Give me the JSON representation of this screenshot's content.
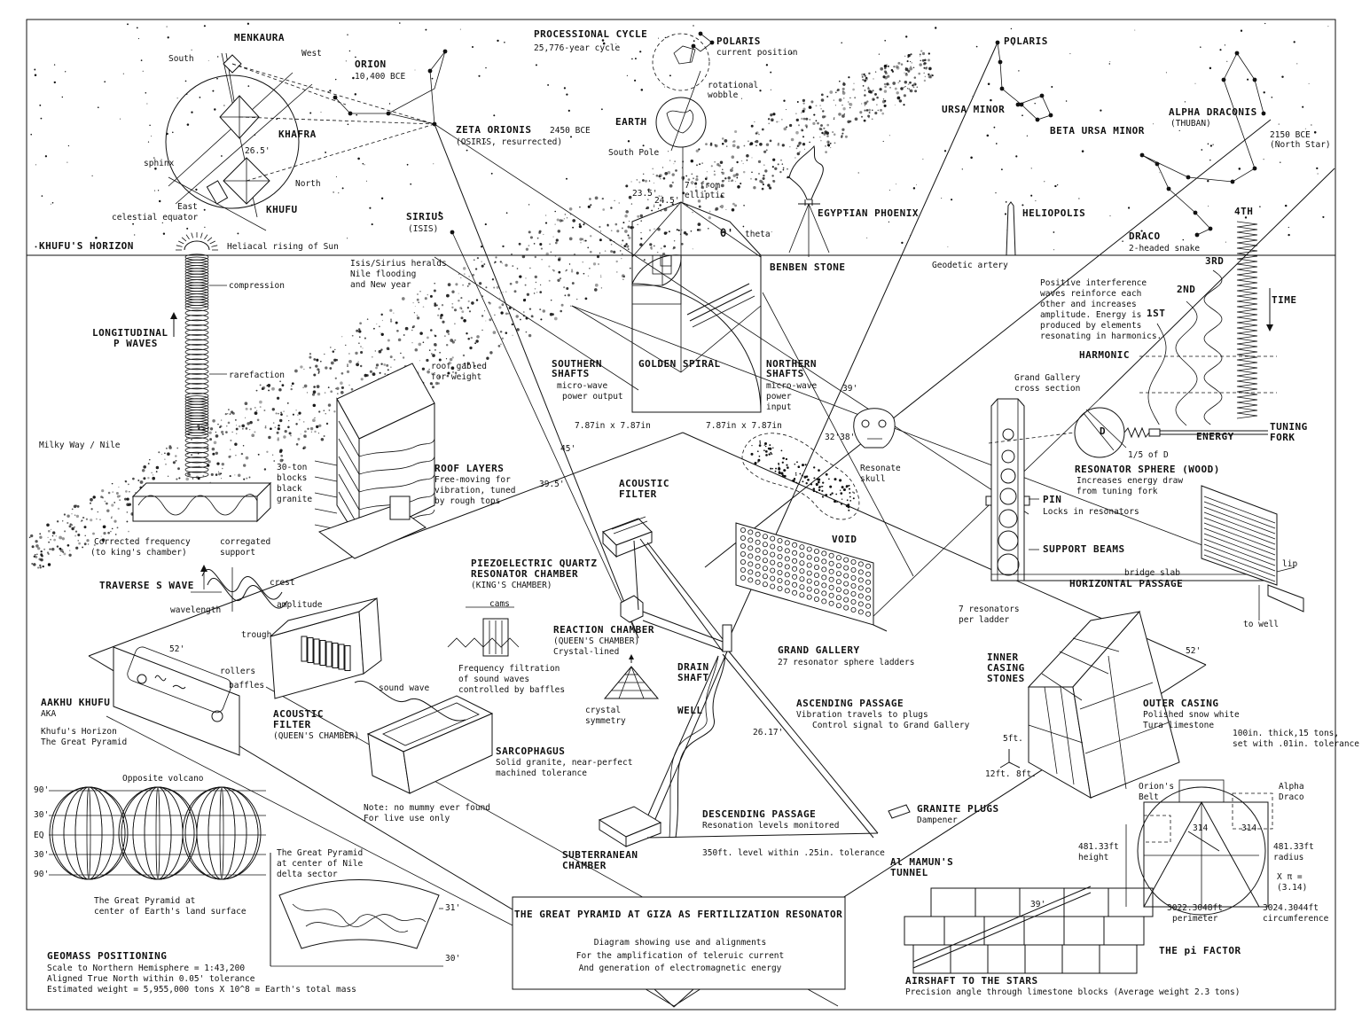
{
  "title_box": {
    "title": "THE GREAT PYRAMID AT GIZA AS FERTILIZATION RESONATOR",
    "line1": "Diagram showing use and alignments",
    "line2": "For the amplification of teleruic current",
    "line3": "And generation of electromagnetic energy"
  },
  "sky": {
    "khufus_horizon": "KHUFU'S HORIZON",
    "heliacal": "Heliacal rising of Sun",
    "menkaura": "MENKAURA",
    "khafra": "KHAFRA",
    "khufu": "KHUFU",
    "south": "South",
    "west": "West",
    "north": "North",
    "east": "East",
    "celestial_equator": "celestial equator",
    "sphinx": "sphinx",
    "angle_265": "26.5'",
    "orion": "ORION",
    "orion_date": "10,400 BCE",
    "zeta": "ZETA ORIONIS",
    "zeta_date": "2450 BCE",
    "zeta_sub": "(OSIRIS, resurrected)",
    "sirius": "SIRIUS",
    "sirius_sub": "(ISIS)",
    "processional": "PROCESSIONAL CYCLE",
    "processional_sub": "25,776-year cycle",
    "polaris_small": "POLARIS",
    "current_position": "current position",
    "rotational": "rotational",
    "wobble": "wobble",
    "earth": "EARTH",
    "south_pole": "South Pole",
    "a235": "23.5'",
    "a245": "24.5'",
    "seven_from": "7° from",
    "elliptic": "elliptic",
    "polaris": "POLARIS",
    "ursa_minor": "URSA MINOR",
    "beta_ursa": "BETA URSA MINOR",
    "alpha_draconis": "ALPHA DRACONIS",
    "thuban": "(THUBAN)",
    "draco_date": "2150 BCE",
    "north_star": "(North Star)",
    "draco": "DRACO",
    "draco_sub": "2-headed snake",
    "phoenix": "EGYPTIAN PHOENIX",
    "heliopolis": "HELIOPOLIS",
    "benben": "BENBEN STONE",
    "theta_sym": "θ'",
    "theta": "theta",
    "milky_way": "Milky Way / Nile",
    "isis_l1": "Isis/Sirius heralds",
    "isis_l2": "Nile flooding",
    "isis_l3": "and New year",
    "geodetic": "Geodetic artery"
  },
  "left_waves": {
    "compression": "compression",
    "longitudinal_l1": "LONGITUDINAL",
    "longitudinal_l2": "P WAVES",
    "rarefaction": "rarefaction",
    "corrected_l1": "Corrected frequency",
    "corrected_l2": "(to king's chamber)",
    "corregated_l1": "corregated",
    "corregated_l2": "support",
    "traverse": "TRAVERSE S WAVE",
    "crest": "crest",
    "amplitude": "amplitude",
    "wavelength": "wavelength",
    "trough": "trough"
  },
  "kings_area": {
    "roof_gabled_l1": "roof gabled",
    "roof_gabled_l2": "for weight",
    "blocks_l1": "30-ton",
    "blocks_l2": "blocks",
    "blocks_l3": "black",
    "blocks_l4": "granite",
    "roof_layers": "ROOF LAYERS",
    "roof_layers_l1": "Free-moving for",
    "roof_layers_l2": "vibration, tuned",
    "roof_layers_l3": "by rough tops",
    "piezo_l1": "PIEZOELECTRIC QUARTZ",
    "piezo_l2": "RESONATOR CHAMBER",
    "piezo_l3": "(KING'S CHAMBER)",
    "cams": "cams",
    "freq_l1": "Frequency filtration",
    "freq_l2": "of sound waves",
    "freq_l3": "controlled by baffles",
    "rollers": "rollers",
    "baffles": "baffles",
    "sound_wave": "sound wave",
    "acoustic_filter_l1": "ACOUSTIC",
    "acoustic_filter_l2": "FILTER",
    "acoustic_filter_l3": "(QUEEN'S CHAMBER)",
    "sarcophagus": "SARCOPHAGUS",
    "sarcophagus_l1": "Solid granite, near-perfect",
    "sarcophagus_l2": "machined tolerance",
    "note_l1": "Note: no mummy ever found",
    "note_l2": "For live use only"
  },
  "center": {
    "southern_l1": "SOUTHERN",
    "southern_l2": "SHAFTS",
    "southern_l3": "micro-wave",
    "southern_l4": "power output",
    "golden_spiral": "GOLDEN SPIRAL",
    "northern_l1": "NORTHERN",
    "northern_l2": "SHAFTS",
    "northern_l3": "micro-wave",
    "northern_l4": "power",
    "northern_l5": "input",
    "dim_left": "7.87in x 7.87in",
    "dim_right": "7.87in x 7.87in",
    "a45": "45'",
    "a395": "39.5'",
    "a39": "39'",
    "a3238": "32'38'",
    "acoustic_l1": "ACOUSTIC",
    "acoustic_l2": "FILTER",
    "resonate_l1": "Resonate",
    "resonate_l2": "skull",
    "void": "VOID",
    "reaction": "REACTION CHAMBER",
    "reaction_sub": "(QUEEN'S CHAMBER)",
    "reaction_sub2": "Crystal-lined",
    "crystal_l1": "crystal",
    "crystal_l2": "symmetry",
    "drain_l1": "DRAIN",
    "drain_l2": "SHAFT",
    "well": "WELL",
    "grand_gallery": "GRAND GALLERY",
    "grand_gallery_sub": "27 resonator sphere ladders",
    "resonators_l1": "7 resonators",
    "resonators_l2": "per ladder",
    "ascending": "ASCENDING PASSAGE",
    "ascending_l1": "Vibration travels to plugs",
    "ascending_l2": "Control signal to Grand Gallery",
    "a2617": "26.17'",
    "descending": "DESCENDING PASSAGE",
    "descending_sub": "Resonation levels monitored",
    "level": "350ft. level within .25in. tolerance",
    "granite_plugs": "GRANITE PLUGS",
    "dampener": "Dampener",
    "almamun_l1": "Al MAMUN'S",
    "almamun_l2": "TUNNEL",
    "subterranean_l1": "SUBTERRANEAN",
    "subterranean_l2": "CHAMBER"
  },
  "right": {
    "positive_l1": "Positive interference",
    "positive_l2": "waves reinforce each",
    "positive_l3": "other and increases",
    "positive_l4": "amplitude. Energy is",
    "positive_l5": "produced by elements",
    "positive_l6": "resonating in harmonics.",
    "first": "1ST",
    "second": "2ND",
    "third": "3RD",
    "fourth": "4TH",
    "time": "TIME",
    "harmonic": "HARMONIC",
    "energy": "ENERGY",
    "tuning_l1": "TUNING",
    "tuning_l2": "FORK",
    "gallery_cs_l1": "Grand Gallery",
    "gallery_cs_l2": "cross section",
    "d": "D",
    "fifth_d": "1/5 of D",
    "resonator_sphere": "RESONATOR SPHERE (WOOD)",
    "resonator_l1": "Increases energy draw",
    "resonator_l2": "from tuning fork",
    "pin": "PIN",
    "pin_sub": "Locks in resonators",
    "support": "SUPPORT BEAMS",
    "bridge": "bridge slab",
    "lip": "lip",
    "horizontal": "HORIZONTAL PASSAGE",
    "to_well": "to well",
    "angle_52": "52'",
    "inner_l1": "INNER",
    "inner_l2": "CASING",
    "inner_l3": "STONES",
    "outer": "OUTER CASING",
    "outer_l1": "Polished snow white",
    "outer_l2": "Tura limestone",
    "outer_l3": "100in. thick,15 tons,",
    "outer_l4": "set with .01in. tolerance",
    "dim_5": "5ft.",
    "dim_12": "12ft.",
    "dim_8": "8ft."
  },
  "bottom_left": {
    "aakhu": "AAKHU KHUFU",
    "aka": "AKA",
    "horizon_l1": "Khufu's Horizon",
    "horizon_l2": "The Great Pyramid",
    "angle_52": "52'",
    "opposite": "Opposite volcano",
    "lat90n": "90'",
    "lat30n": "30'",
    "eq": "EQ",
    "lat30s": "30'",
    "lat90s": "90'",
    "center_l1": "The Great Pyramid at",
    "center_l2": "center of Earth's land surface",
    "nile_l1": "The Great Pyramid",
    "nile_l2": "at center of Nile",
    "nile_l3": "delta sector",
    "lat31": "31'",
    "lat30": "30'",
    "geomass": "GEOMASS POSITIONING",
    "geo_l1": "Scale to Northern Hemisphere = 1:43,200",
    "geo_l2": "Aligned True North within 0.05' tolerance",
    "geo_l3": "Estimated weight = 5,955,000 tons X 10^8 = Earth's total mass"
  },
  "bottom_right": {
    "airshaft": "AIRSHAFT TO THE STARS",
    "airshaft_sub": "Precision angle through limestone blocks (Average weight 2.3 tons)",
    "a39": "39'",
    "orions_l1": "Orion's",
    "orions_l2": "Belt",
    "alpha_l1": "Alpha",
    "alpha_l2": "Draco",
    "n314a": "314",
    "n314b": "314",
    "height_l1": "481.33ft",
    "height_l2": "height",
    "radius_l1": "481.33ft",
    "radius_l2": "radius",
    "xpi": "X π =",
    "pi": "(3.14)",
    "perim_l1": "3022.3048ft",
    "perim_l2": "perimeter",
    "circ_l1": "3024.3044ft",
    "circ_l2": "circumference",
    "pi_factor": "THE pi FACTOR"
  }
}
